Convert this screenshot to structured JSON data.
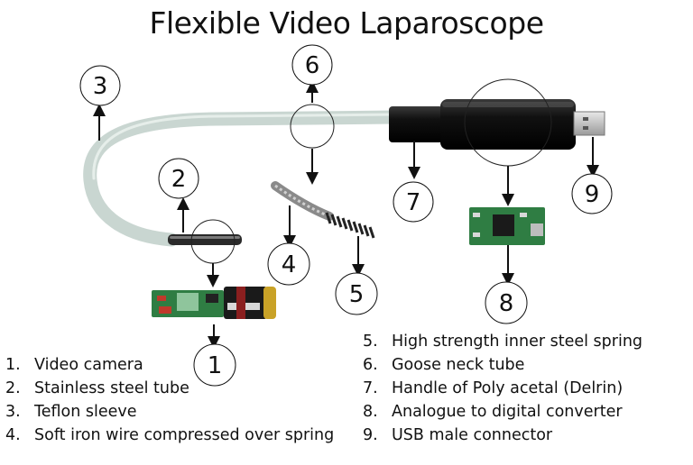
{
  "title": "Flexible Video Laparoscope",
  "callouts": [
    "1",
    "2",
    "3",
    "4",
    "5",
    "6",
    "7",
    "8",
    "9"
  ],
  "legend_left": [
    {
      "num": "1.",
      "text": "Video camera"
    },
    {
      "num": "2.",
      "text": "Stainless steel tube"
    },
    {
      "num": "3.",
      "text": "Teflon sleeve"
    },
    {
      "num": "4.",
      "text": "Soft iron wire compressed over spring"
    }
  ],
  "legend_right": [
    {
      "num": "5.",
      "text": "High strength inner steel spring"
    },
    {
      "num": "6.",
      "text": "Goose neck tube"
    },
    {
      "num": "7.",
      "text": "Handle of Poly acetal (Delrin)"
    },
    {
      "num": "8.",
      "text": "Analogue to digital converter"
    },
    {
      "num": "9.",
      "text": "USB male connector"
    }
  ],
  "colors": {
    "sleeve": "#c9d6d1",
    "handle": "#1a1a1a",
    "pcb": "#2f7d43"
  }
}
